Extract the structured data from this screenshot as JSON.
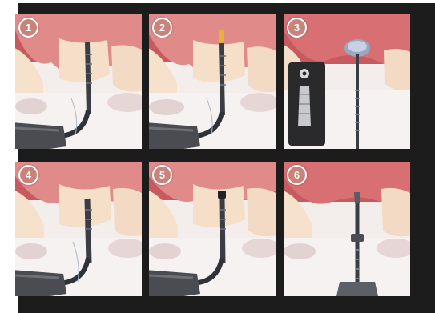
{
  "steps": [
    {
      "number": "1",
      "depiction": "file-in-canal"
    },
    {
      "number": "2",
      "depiction": "file-with-depth-stop"
    },
    {
      "number": "3",
      "depiction": "post-with-head"
    },
    {
      "number": "4",
      "depiction": "file-in-canal"
    },
    {
      "number": "5",
      "depiction": "file-in-canal"
    },
    {
      "number": "6",
      "depiction": "post-standing"
    }
  ],
  "colors": {
    "frame": "#1c1c1c",
    "gum": "#c9666a",
    "tooth": "#f4ddc6",
    "bone": "#f7f1ee",
    "instrument": "#3a3d44",
    "badge": "#c9837b"
  }
}
